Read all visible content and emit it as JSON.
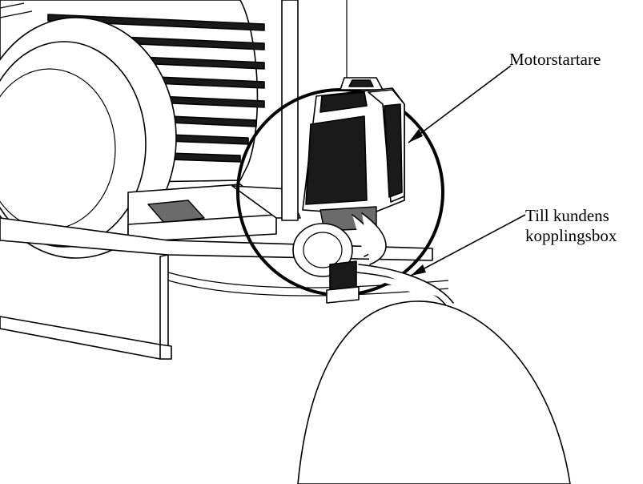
{
  "labels": {
    "motor_starter": "Motorstartare",
    "customer_line1": "Till kundens",
    "customer_line2": "kopplingsbox"
  }
}
